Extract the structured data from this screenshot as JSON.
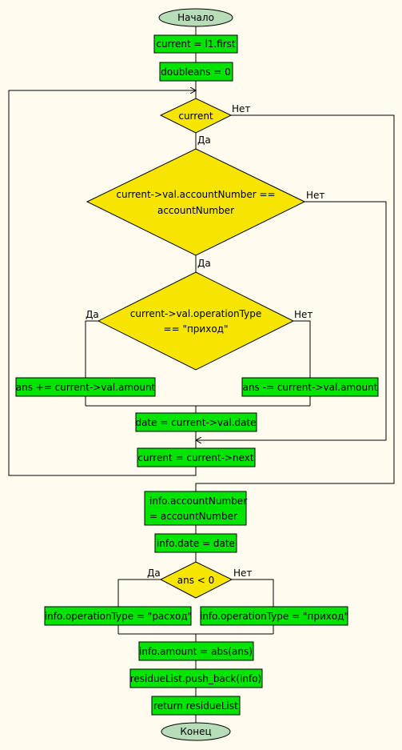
{
  "colors": {
    "background": "#fffbef",
    "process": "#00e400",
    "decision": "#f5e500",
    "terminal": "#b7dcb8",
    "line": "#000000"
  },
  "nodes": {
    "start": "Начало",
    "current_first": "current = l1.first",
    "doubleans": "doubleans = 0",
    "cond_current": "current",
    "cond_account_l1": "current->val.accountNumber ==",
    "cond_account_l2": "accountNumber",
    "cond_optype_l1": "current->val.operationType",
    "cond_optype_l2": "== \"приход\"",
    "ans_plus": "ans += current->val.amount",
    "ans_minus": "ans -= current->val.amount",
    "date_assign": "date = current->val.date",
    "current_next": "current = current->next",
    "info_acc_l1": "info.accountNumber",
    "info_acc_l2": "= accountNumber",
    "info_date": "info.date = date",
    "cond_ans": "ans < 0",
    "optype_expense": "info.operationType = \"расход\"",
    "optype_income": "info.operationType = \"приход\"",
    "info_amount": "info.amount = abs(ans)",
    "push_back": "residueList.push_back(info)",
    "return": "return residueList",
    "end": "Конец"
  },
  "edge_labels": {
    "yes": "Да",
    "no": "Нет"
  }
}
